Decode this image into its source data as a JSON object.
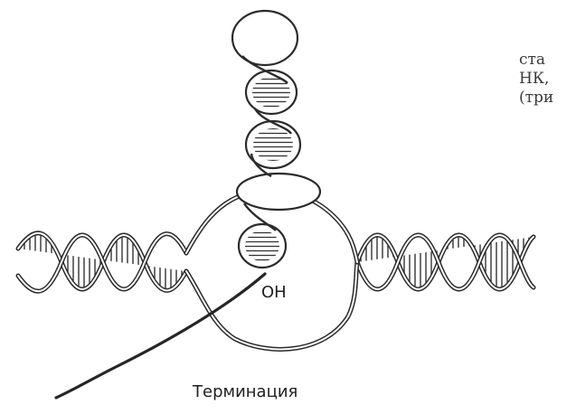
{
  "figure": {
    "caption": "Терминация",
    "oh_label": "OH",
    "side_text": [
      "ста",
      "НК,",
      "(три"
    ]
  }
}
